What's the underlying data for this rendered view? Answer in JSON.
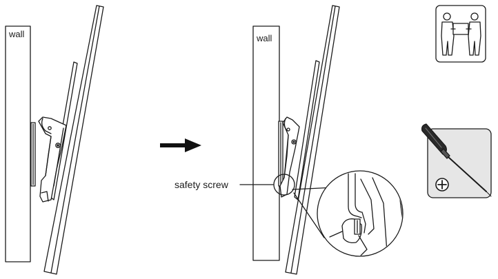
{
  "labels": {
    "wall_before": "wall",
    "wall_after": "wall",
    "safety_screw": "safety screw"
  },
  "icons": {
    "two_person": "two-person-lift-icon",
    "screwdriver": "phillips-screwdriver-icon",
    "phillips": "phillips-head-icon",
    "arrow": "right-arrow-icon"
  },
  "colors": {
    "stroke": "#1a1a1a",
    "icon_bg": "#e6e6e6",
    "arrow": "#111111"
  }
}
